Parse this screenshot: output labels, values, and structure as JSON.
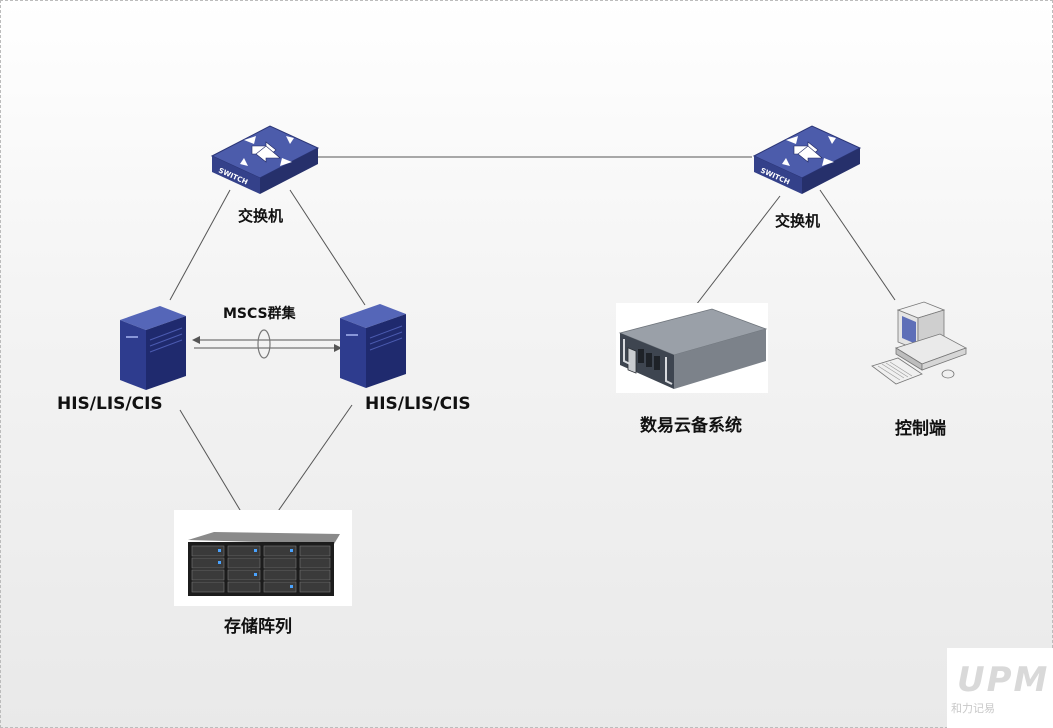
{
  "switch_left": {
    "label": "交换机",
    "face_text": "SWITCH"
  },
  "switch_right": {
    "label": "交换机",
    "face_text": "SWITCH"
  },
  "server_left": {
    "label": "HIS/LIS/CIS"
  },
  "server_right": {
    "label": "HIS/LIS/CIS"
  },
  "cluster": {
    "label": "MSCS群集"
  },
  "storage": {
    "label": "存储阵列"
  },
  "backup": {
    "label": "数易云备系统"
  },
  "console": {
    "label": "控制端"
  },
  "logo": {
    "mark": "UPM",
    "subtitle": "和力记易"
  },
  "colors": {
    "switch_top": "#4a5aa8",
    "switch_side": "#2f3b7e",
    "server": "#2c3a8c",
    "wire": "#555555"
  }
}
